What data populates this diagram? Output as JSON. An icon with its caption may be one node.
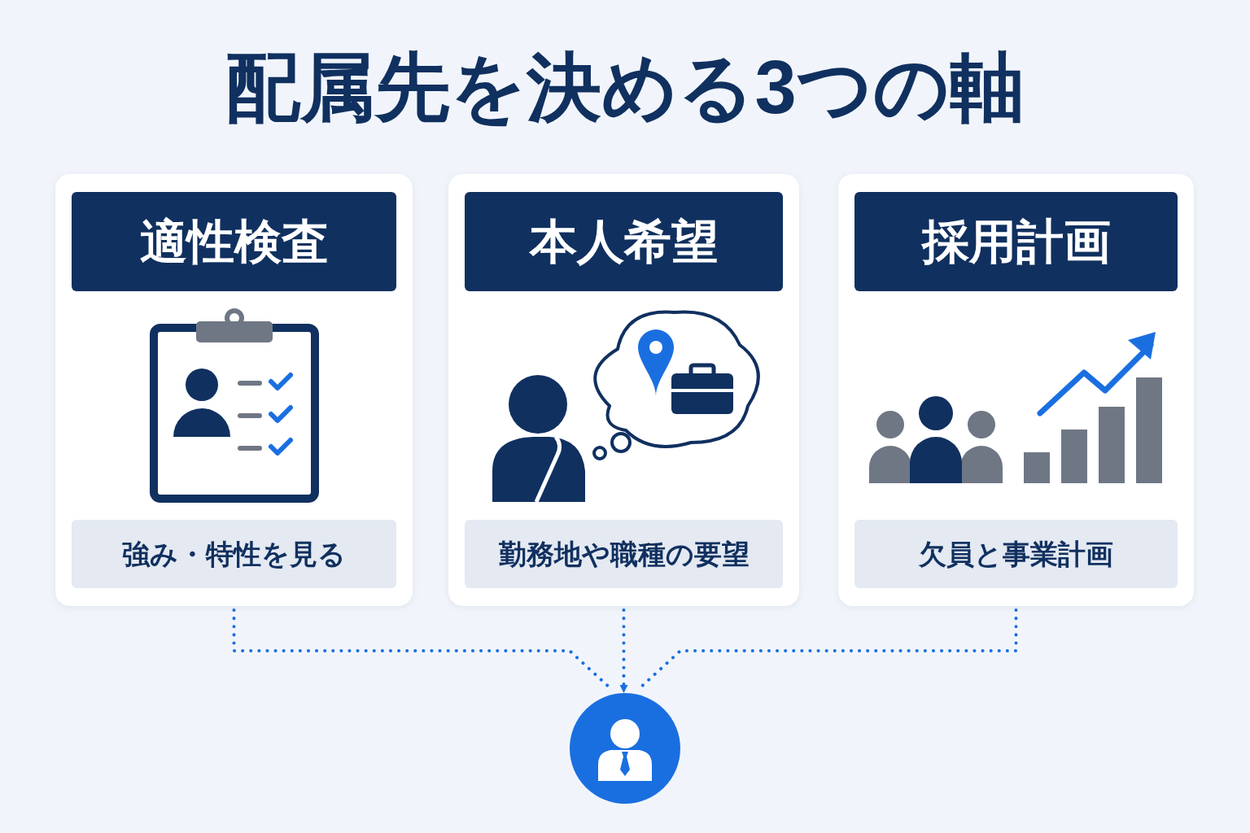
{
  "diagram": {
    "title": "配属先を決める3つの軸",
    "nodes": [
      {
        "text": [
          "適性検査",
          "強み・特性を見る"
        ]
      },
      {
        "text": [
          "本人希望",
          "勤務地や職種の要望"
        ]
      },
      {
        "text": [
          "採用計画",
          "欠員と事業計画"
        ]
      },
      {
        "text": [],
        "shape": "circle"
      }
    ],
    "edges": [
      {
        "from": 0,
        "to": 3,
        "arrow": "none",
        "style": "dashed"
      },
      {
        "from": 1,
        "to": 3,
        "arrow": "to",
        "style": "dashed"
      },
      {
        "from": 2,
        "to": 3,
        "arrow": "none",
        "style": "dashed"
      }
    ]
  }
}
